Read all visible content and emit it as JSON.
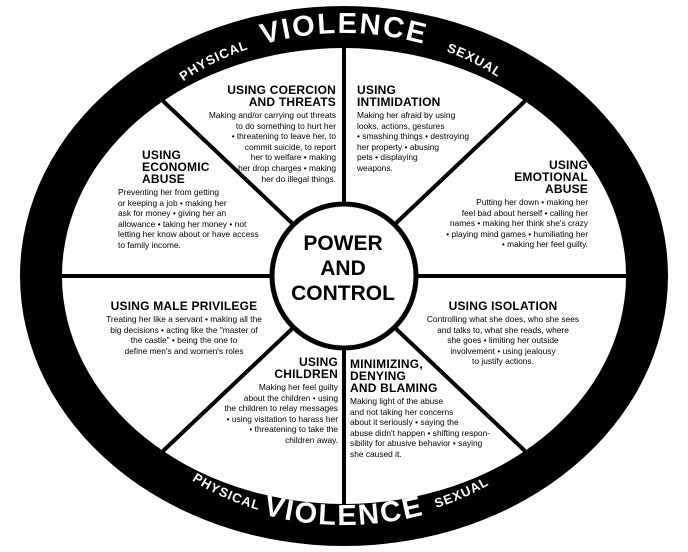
{
  "ring": {
    "top_title": "VIOLENCE",
    "bottom_title": "VIOLENCE",
    "top_left": "PHYSICAL",
    "top_right": "SEXUAL",
    "bottom_left": "PHYSICAL",
    "bottom_right": "SEXUAL"
  },
  "center": {
    "line1": "POWER",
    "line2": "AND",
    "line3": "CONTROL"
  },
  "sectors": {
    "coercion": {
      "title": [
        "USING COERCION",
        "AND THREATS"
      ],
      "body": [
        "Making and/or carrying out threats",
        "to do something to hurt her",
        "• threatening to leave her, to",
        "commit suicide, to report",
        "her to welfare • making",
        "her drop charges • making",
        "her do illegal things."
      ]
    },
    "intimidation": {
      "title": [
        "USING",
        "INTIMIDATION"
      ],
      "body": [
        "Making her afraid by using",
        "looks, actions, gestures",
        "• smashing things • destroying",
        "her property • abusing",
        "pets • displaying",
        "weapons."
      ]
    },
    "emotional": {
      "title": [
        "USING",
        "EMOTIONAL",
        "ABUSE"
      ],
      "body": [
        "Putting her down • making her",
        "feel bad about herself • calling her",
        "names • making her think she's crazy",
        "• playing mind games • humiliating her",
        "• making her feel guilty."
      ]
    },
    "isolation": {
      "title": [
        "USING ISOLATION"
      ],
      "body": [
        "Controlling what she does, who she sees",
        "and talks to, what she reads, where",
        "she goes • limiting her outside",
        "involvement • using jealousy",
        "to justify actions."
      ]
    },
    "minimizing": {
      "title": [
        "MINIMIZING,",
        "DENYING",
        "AND BLAMING"
      ],
      "body": [
        "Making light of the abuse",
        "and not taking her concerns",
        "about it seriously • saying the",
        "abuse didn't happen • shifting respon-",
        "sibility for abusive behavior • saying",
        "she caused it."
      ]
    },
    "children": {
      "title": [
        "USING",
        "CHILDREN"
      ],
      "body": [
        "Making her feel guilty",
        "about the children • using",
        "the children to relay messages",
        "• using visitation to harass her",
        "• threatening to take the",
        "children away."
      ]
    },
    "male_privilege": {
      "title": [
        "USING MALE PRIVILEGE"
      ],
      "body": [
        "Treating her like a servant • making all the",
        "big decisions • acting like the \"master of",
        "the castle\"  • being the one to",
        "define men's and women's roles"
      ]
    },
    "economic": {
      "title": [
        "USING",
        "ECONOMIC",
        "ABUSE"
      ],
      "body": [
        "Preventing her from getting",
        "or keeping a job • making her",
        "ask for money • giving her an",
        "allowance • taking her money • not",
        "letting her know about or have access",
        "to family income."
      ]
    }
  },
  "colors": {
    "ring": "#000000",
    "background": "#ffffff",
    "ring_text": "#ffffff"
  }
}
